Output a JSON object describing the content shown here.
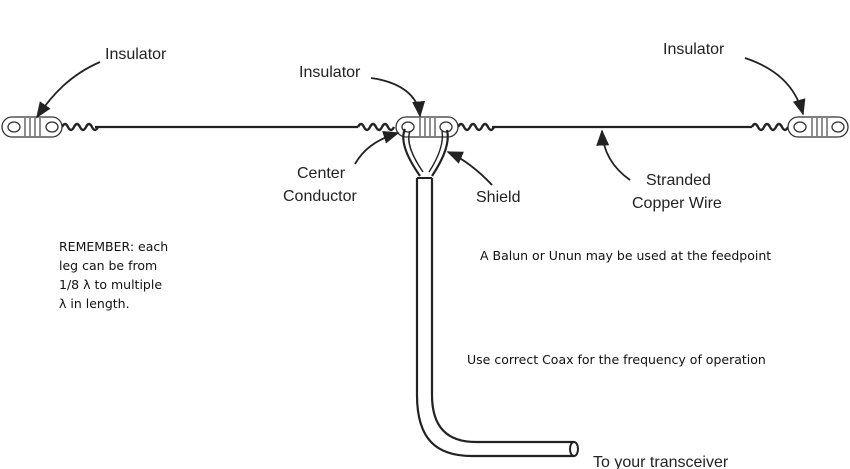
{
  "labels": {
    "insulator_left": "Insulator",
    "insulator_center": "Insulator",
    "insulator_right": "Insulator",
    "center_conductor_line1": "Center",
    "center_conductor_line2": "Conductor",
    "shield": "Shield",
    "stranded_line1": "Stranded",
    "stranded_line2": "Copper Wire",
    "transceiver": "To your transceiver"
  },
  "notes": {
    "remember_line1": "REMEMBER: each",
    "remember_line2": "leg can be from",
    "remember_line3": "1/8 λ to multiple",
    "remember_line4": "λ in length.",
    "balun": "A Balun or Unun may be used at the feedpoint",
    "coax": "Use correct Coax for the frequency of operation"
  }
}
